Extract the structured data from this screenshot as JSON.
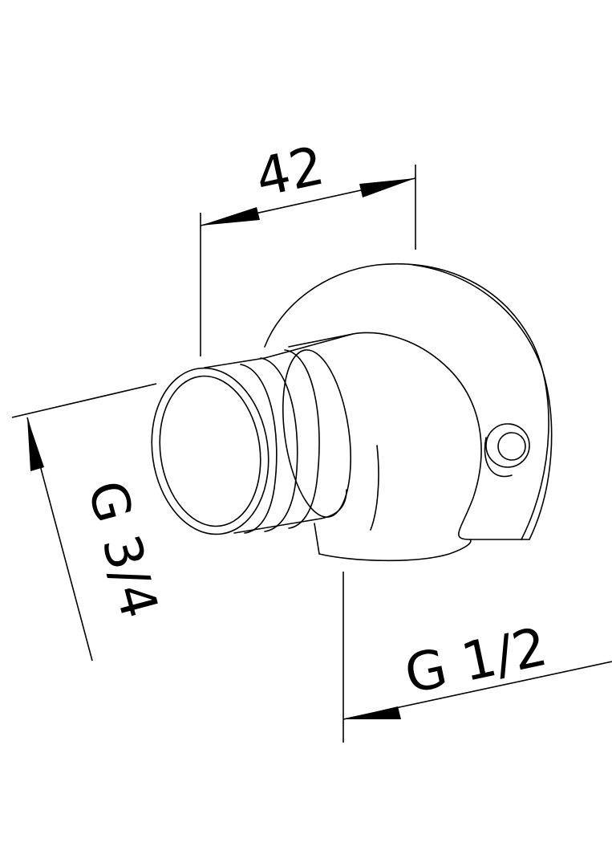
{
  "dimensions": {
    "length": "42",
    "inlet_thread": "G 3/4",
    "outlet_thread": "G 1/2"
  },
  "colors": {
    "stroke": "#000000",
    "background": "#ffffff"
  }
}
